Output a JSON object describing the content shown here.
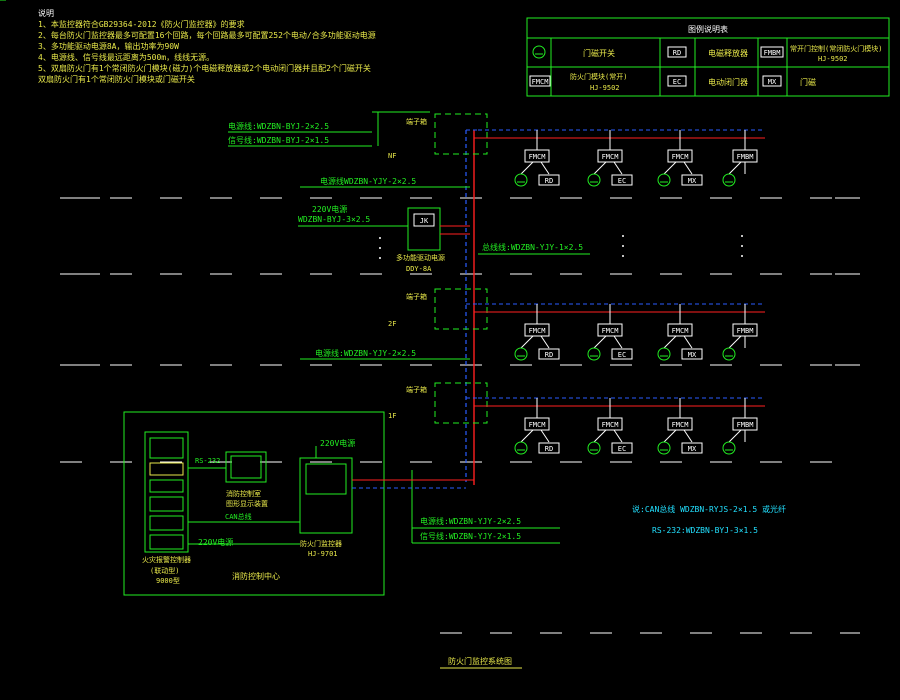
{
  "notes": {
    "heading": "说明",
    "lines": [
      "1、本监控器符合GB29364-2012《防火门监控器》的要求",
      "2、每台防火门监控器最多可配置16个回路，每个回路最多可配置252个电动/合多功能驱动电源",
      "3、多功能驱动电源8A，输出功率为90W",
      "4、电源线、信号线最远距离为500m，线线无源。",
      "5、双扇防火门有1个常闭防火门模块(磁力)个电磁释放器或2个电动闭门器并且配2个门磁开关",
      "   双扇防火门有1个常闭防火门模块或门磁开关"
    ]
  },
  "legend": {
    "title": "图例说明表",
    "items": [
      {
        "symbol": "门磁",
        "label": "门磁开关"
      },
      {
        "symbol": "RD",
        "label": "电磁释放器"
      },
      {
        "symbol": "FMBM",
        "label": "常开门控制(常闭防火门模块)",
        "sub": "HJ-9502"
      },
      {
        "symbol": "FMCM",
        "label": "防火门模块(常开)",
        "sub": "HJ-9502"
      },
      {
        "symbol": "EC",
        "label": "电动闭门器"
      },
      {
        "symbol": "MX",
        "label": "门磁"
      }
    ]
  },
  "cables": {
    "power_top": "电源线:WDZBN-BYJ-2×2.5",
    "signal_top": "信号线:WDZBN-BYJ-2×1.5",
    "power_3f": "电源线WDZBN-YJY-2×2.5",
    "power_220": "220V电源",
    "wdzbn_3x25": "WDZBN-BYJ-3×2.5",
    "bus_line": "总线线:WDZBN-YJY-1×2.5",
    "power_2f": "电源线:WDZBN-YJY-2×2.5",
    "power_bottom": "电源线:WDZBN-YJY-2×2.5",
    "signal_bottom": "信号线:WDZBN-YJY-2×1.5",
    "can_bus_note": "说:CAN总线 WDZBN-RYJS-2×1.5 或光纤",
    "rs232_note": "RS-232:WDZBN-BYJ-3×1.5"
  },
  "floors": {
    "f_top": "NF",
    "f2": "2F",
    "f1": "1F"
  },
  "terminal_box": "端子箱",
  "device_labels": {
    "fmcm": "FMCM",
    "fmbm": "FMBM",
    "rd": "RD",
    "ec": "EC",
    "mx": "MX"
  },
  "power_unit": {
    "label": "多功能驱动电源",
    "model": "DDY-8A"
  },
  "control_center": {
    "rs232": "RS-232",
    "can_line": "CAN总线",
    "power": "220V电源",
    "power_right": "220V电源",
    "alarm_controller": "火灾报警控制器",
    "alarm_sub": "(联动型)",
    "alarm_model": "9000型",
    "monitor_terminal": "消防控制室",
    "monitor_terminal2": "图形显示装置",
    "fire_door_ctrl": "防火门监控器",
    "fire_door_model": "HJ-9701",
    "room_name": "消防控制中心"
  },
  "drawing_title": "防火门监控系统图",
  "colors": {
    "green": "#22ee22",
    "red": "#ff2020",
    "blue": "#2a5cff",
    "yellow": "#e8e84a",
    "white": "#ffffff",
    "cyan": "#22e0ff"
  }
}
